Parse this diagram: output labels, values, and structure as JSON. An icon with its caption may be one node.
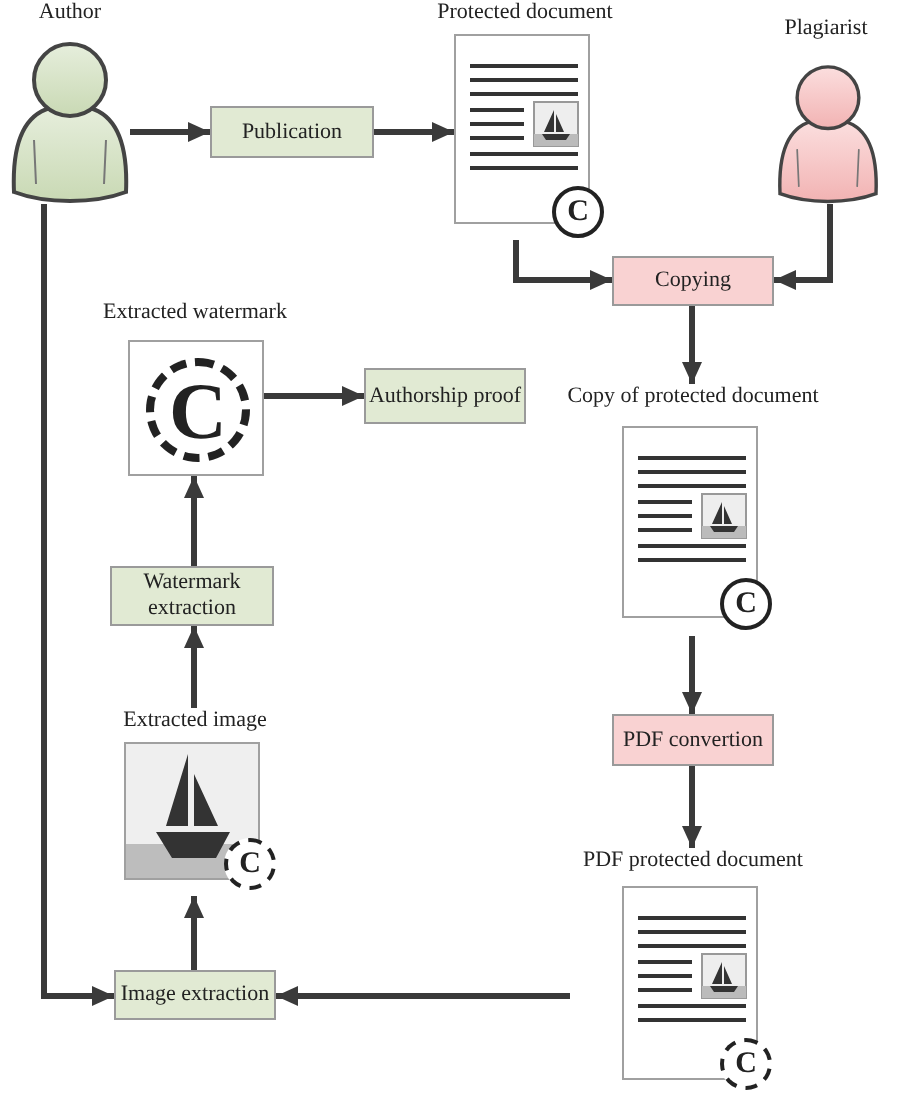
{
  "diagram": {
    "nodes": [
      {
        "text": [],
        "shape": "person",
        "beside": [
          "Author"
        ]
      },
      {
        "text": [
          "Publication"
        ]
      },
      {
        "text": [
          "C"
        ],
        "beside": [
          "Protected document"
        ]
      },
      {
        "text": [],
        "shape": "person",
        "beside": [
          "Plagiarist"
        ]
      },
      {
        "text": [
          "Copying"
        ]
      },
      {
        "text": [
          "Copy of protected document",
          "C"
        ]
      },
      {
        "text": [
          "PDF convertion"
        ]
      },
      {
        "text": [
          "PDF protected document",
          "C"
        ]
      },
      {
        "text": [
          "Image extraction"
        ]
      },
      {
        "text": [
          "Extracted image",
          "C"
        ]
      },
      {
        "text": [
          "Watermark extraction"
        ]
      },
      {
        "text": [
          "C"
        ],
        "beside": [
          "Extracted watermark"
        ]
      },
      {
        "text": [
          "Authorship proof"
        ]
      }
    ],
    "edges": [
      {
        "from": 0,
        "to": 1,
        "arrow": "to"
      },
      {
        "from": 1,
        "to": 2,
        "arrow": "to"
      },
      {
        "from": 2,
        "to": 4,
        "arrow": "to"
      },
      {
        "from": 3,
        "to": 4,
        "arrow": "to"
      },
      {
        "from": 4,
        "to": 5,
        "arrow": "to"
      },
      {
        "from": 5,
        "to": 6,
        "arrow": "to"
      },
      {
        "from": 6,
        "to": 7,
        "arrow": "to"
      },
      {
        "from": 7,
        "to": 8,
        "arrow": "to"
      },
      {
        "from": 0,
        "to": 8,
        "arrow": "to"
      },
      {
        "from": 8,
        "to": 9,
        "arrow": "to"
      },
      {
        "from": 9,
        "to": 10,
        "arrow": "to"
      },
      {
        "from": 10,
        "to": 11,
        "arrow": "to"
      },
      {
        "from": 11,
        "to": 12,
        "arrow": "to"
      }
    ]
  }
}
